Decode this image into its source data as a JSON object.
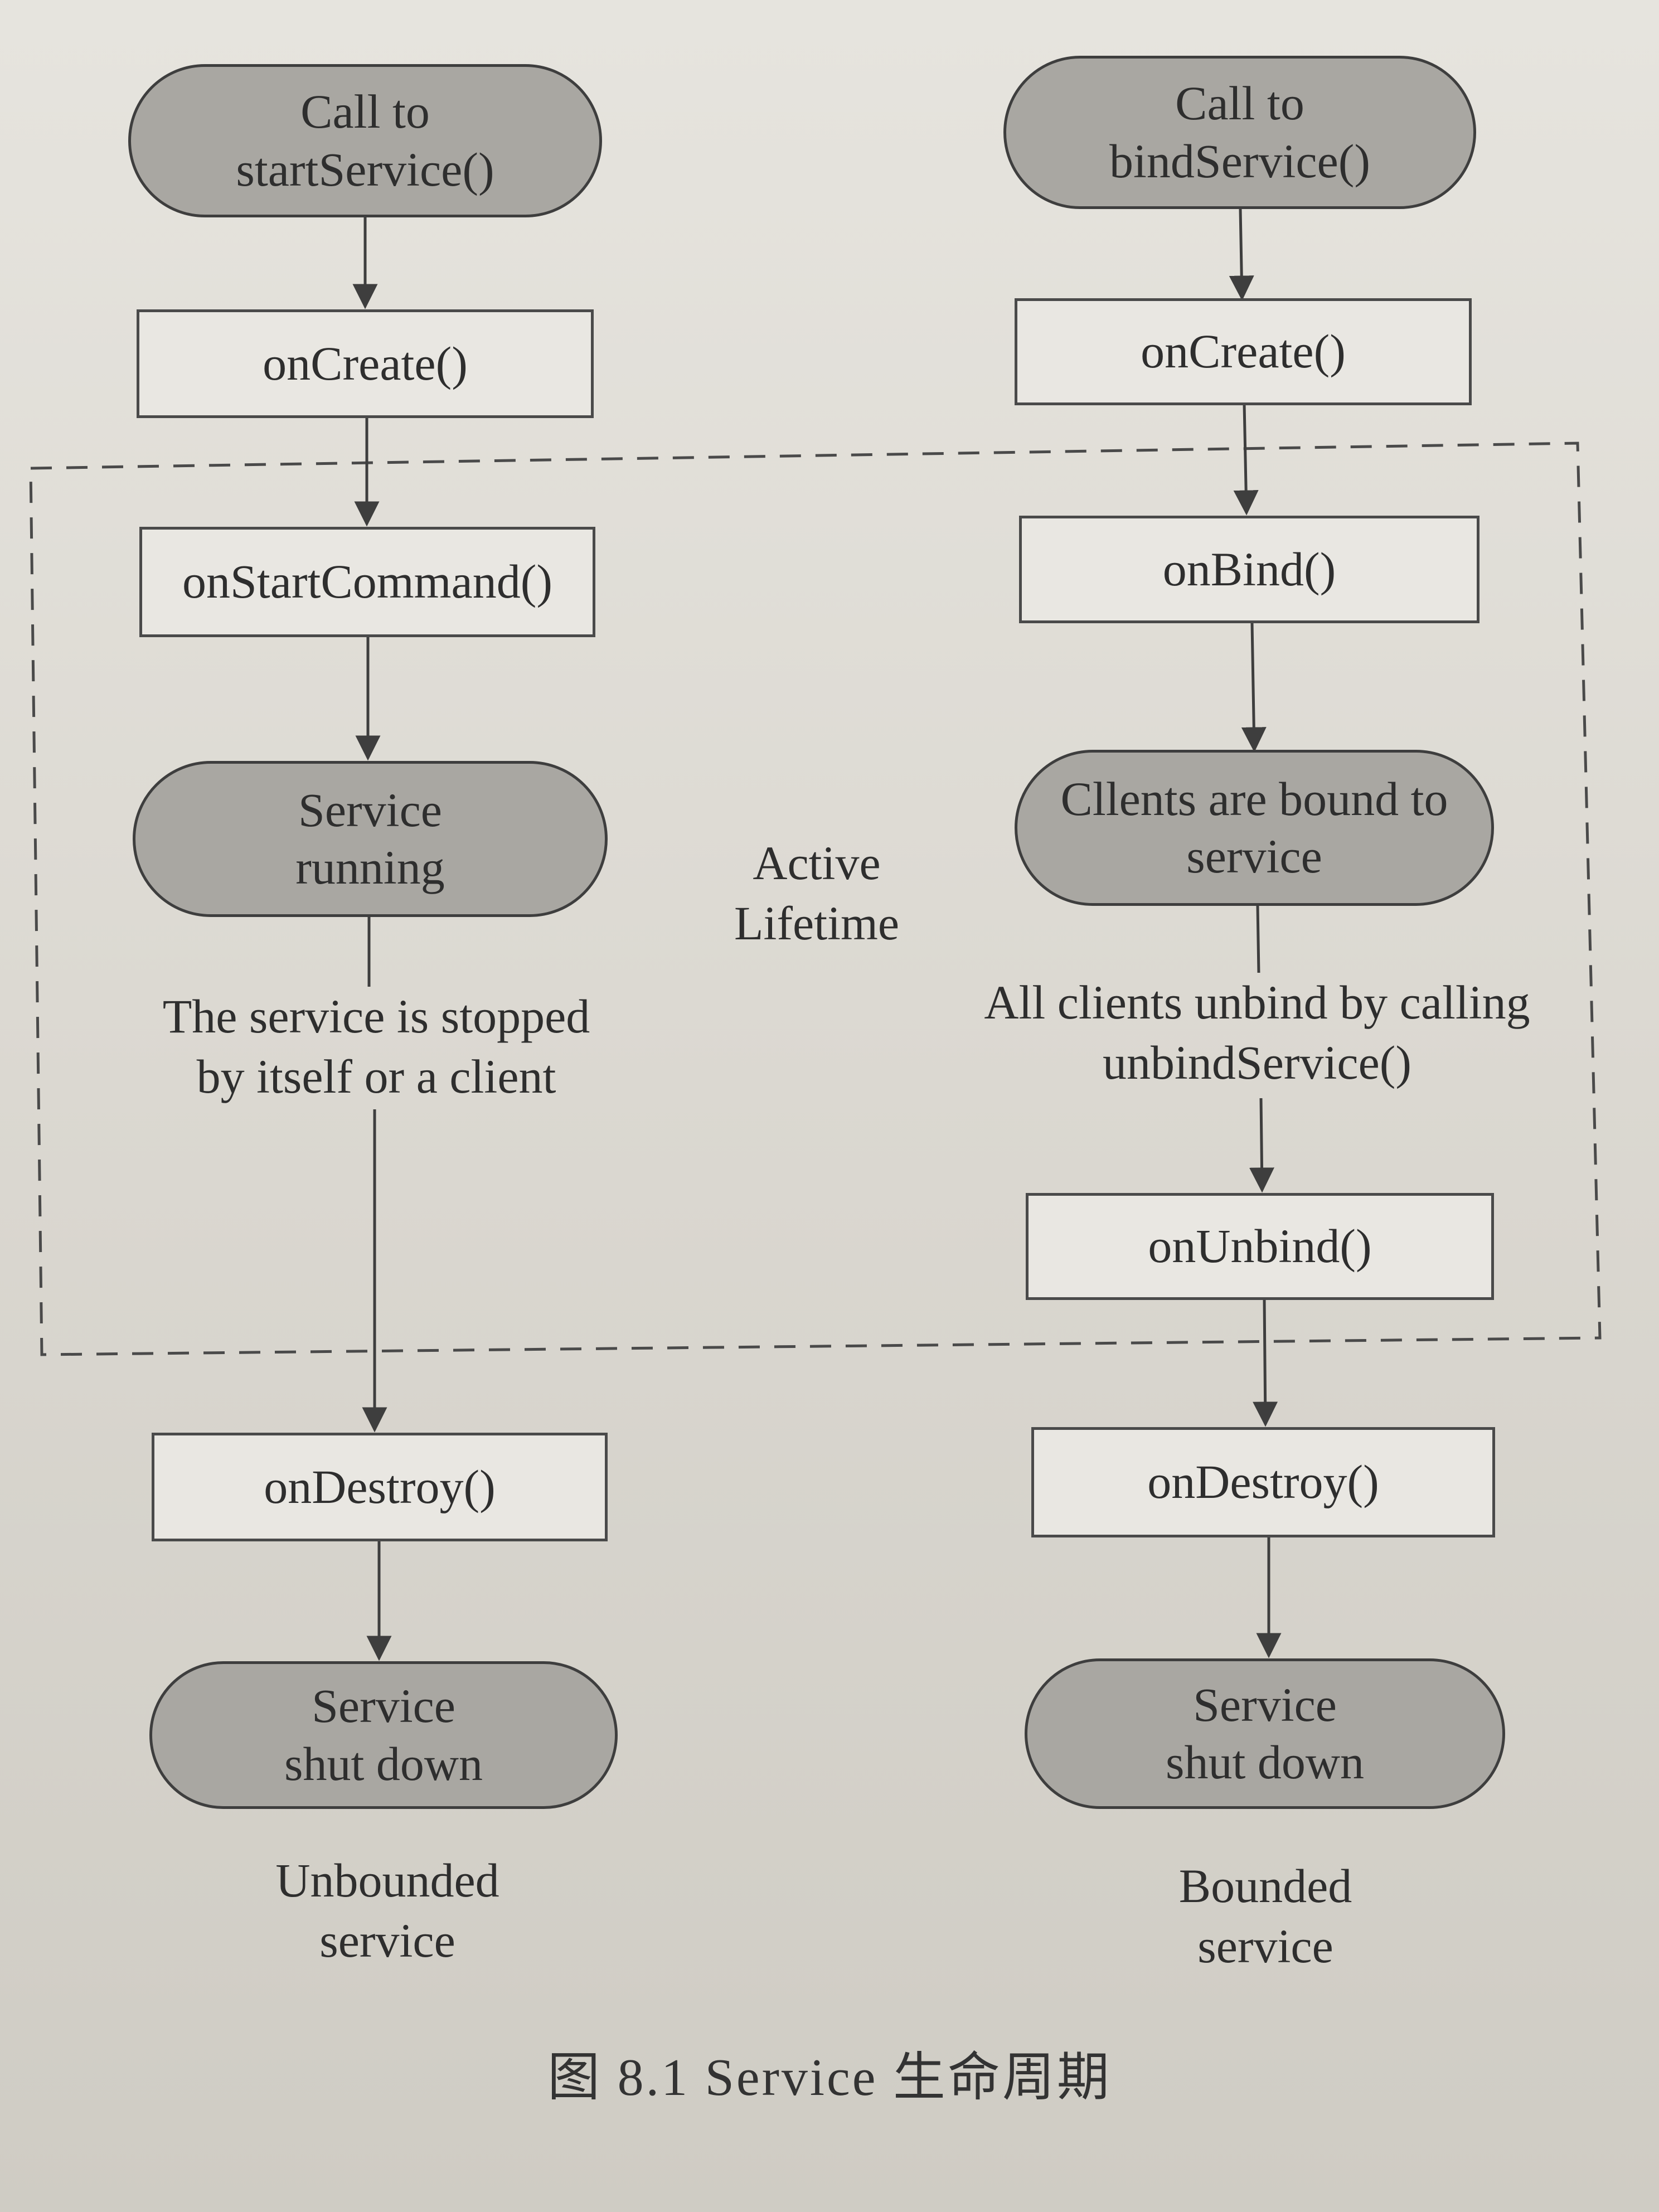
{
  "diagram": {
    "left_column": {
      "start_node": "Call to\nstartService()",
      "on_create": "onCreate()",
      "on_start_command": "onStartCommand()",
      "running_node": "Service\nrunning",
      "stop_label": "The service is stopped\nby itself or a client",
      "on_destroy": "onDestroy()",
      "end_node": "Service\nshut down",
      "column_label": "Unbounded\nservice"
    },
    "right_column": {
      "start_node": "Call to\nbindService()",
      "on_create": "onCreate()",
      "on_bind": "onBind()",
      "bound_node": "Cllents are bound to\nservice",
      "unbind_label": "All clients unbind by calling\nunbindService()",
      "on_unbind": "onUnbind()",
      "on_destroy": "onDestroy()",
      "end_node": "Service\nshut down",
      "column_label": "Bounded\nservice"
    },
    "region_label": "Active\nLifetime",
    "caption": "图 8.1   Service 生命周期"
  },
  "colors": {
    "pill_fill": "#a9a7a2",
    "box_fill": "#e9e7e2",
    "line": "#3e3e3e",
    "paper": "#dcd9d2"
  }
}
